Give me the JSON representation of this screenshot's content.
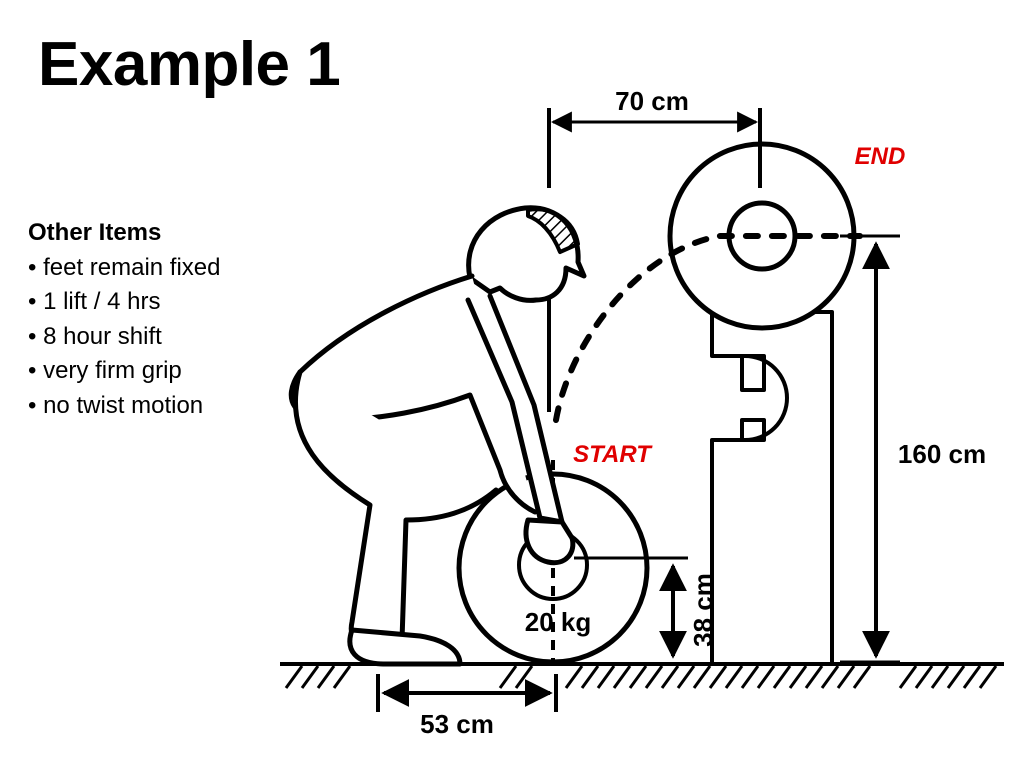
{
  "slide": {
    "title": "Example 1"
  },
  "notes": {
    "header": "Other Items",
    "items": [
      "feet remain fixed",
      "1 lift / 4 hrs",
      "8 hour shift",
      "very firm grip",
      "no twist motion"
    ]
  },
  "diagram": {
    "labels": {
      "horizontal_end": "70 cm",
      "end": "END",
      "start": "START",
      "end_height": "160 cm",
      "start_height": "38 cm",
      "horizontal_start": "53 cm",
      "load": "20 kg"
    },
    "colors": {
      "line": "#000000",
      "emphasis": "#e00000"
    }
  }
}
